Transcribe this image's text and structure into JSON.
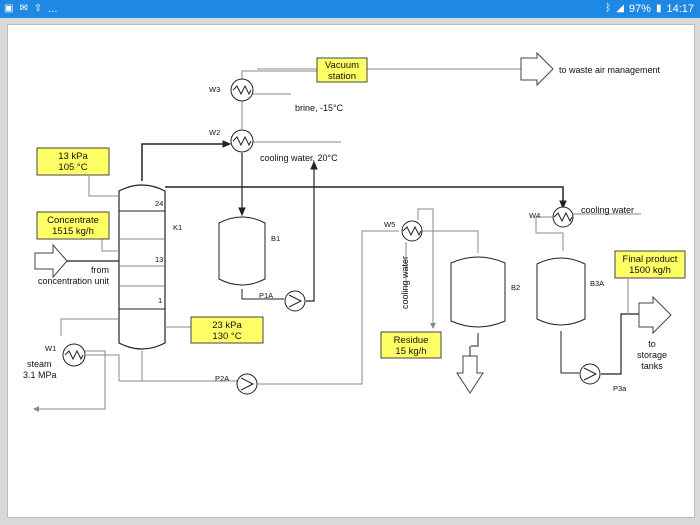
{
  "status_bar": {
    "left_icons": [
      "photo-icon",
      "mail-icon",
      "upload-icon"
    ],
    "ellipsis": "...",
    "bluetooth": "bluetooth-icon",
    "signal": "signal-icon",
    "battery": "97%",
    "time": "14:17"
  },
  "diagram": {
    "vacuum_station": [
      "Vacuum",
      "station"
    ],
    "waste_air": "to waste air management",
    "brine": "brine, -15°C",
    "cooling_water_w2": "cooling water, 20°C",
    "box_13kpa": [
      "13 kPa",
      "105 °C"
    ],
    "box_concentrate": [
      "Concentrate",
      "1515 kg/h"
    ],
    "from_unit": [
      "from",
      "concentration unit"
    ],
    "box_23kpa": [
      "23 kPa",
      "130 °C"
    ],
    "steam": [
      "steam",
      "3.1 MPa"
    ],
    "cooling_water_w4": "cooling water",
    "cooling_water_w5": "cooling water",
    "box_residue": [
      "Residue",
      "15 kg/h"
    ],
    "box_final": [
      "Final product",
      "1500 kg/h"
    ],
    "to_storage": [
      "to",
      "storage",
      "tanks"
    ],
    "labels": {
      "w1": "W1",
      "w2": "W2",
      "w3": "W3",
      "w4": "W4",
      "w5": "W5",
      "k1": "K1",
      "b1": "B1",
      "b2": "B2",
      "b3a": "B3A",
      "p1a": "P1A",
      "p2a": "P2A",
      "p3a": "P3a",
      "tray24": "24",
      "tray13": "13",
      "tray1": "1"
    },
    "colors": {
      "highlight": "#ffff66",
      "line": "#222222"
    }
  }
}
